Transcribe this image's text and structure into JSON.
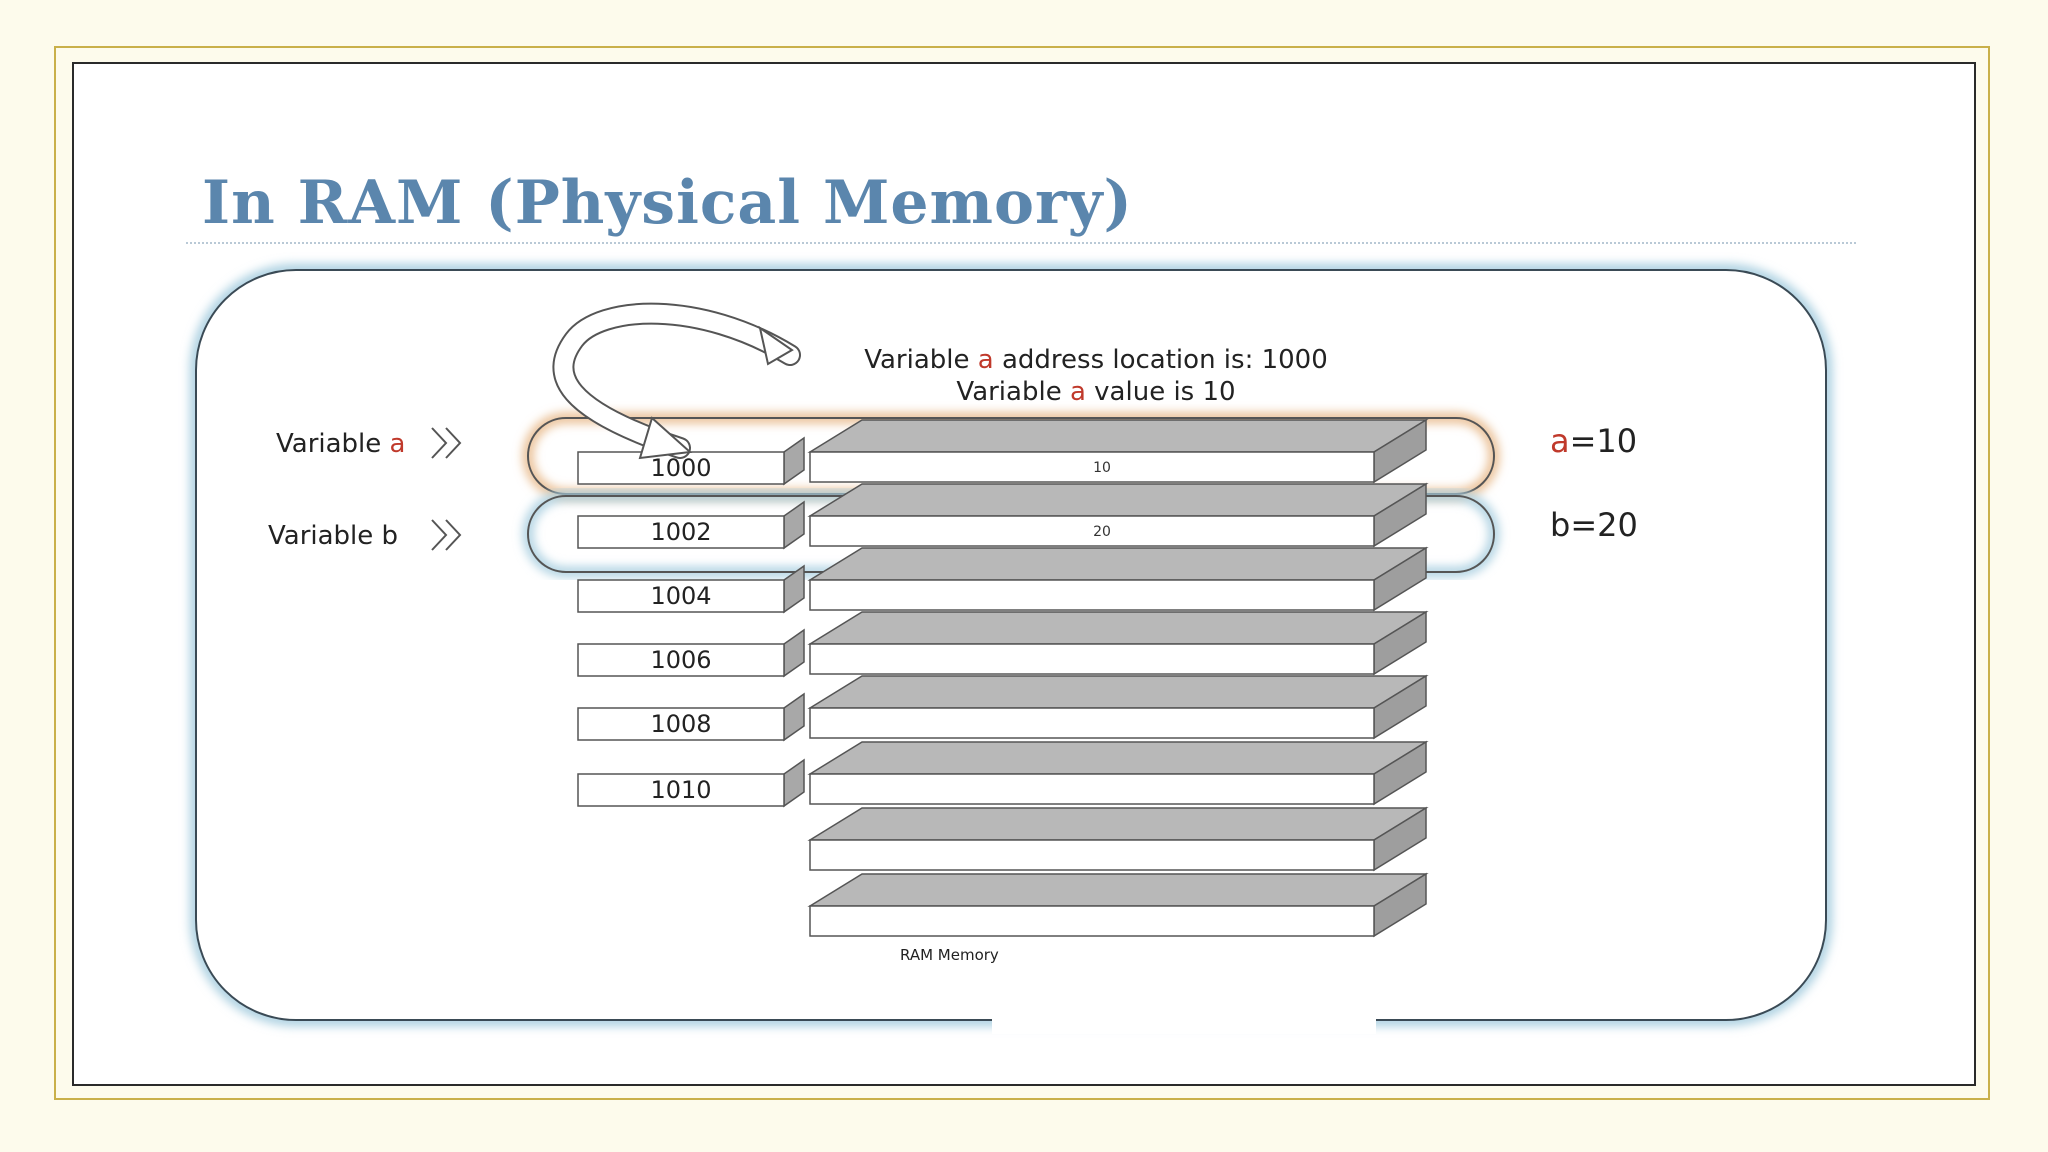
{
  "title": "In RAM (Physical Memory)",
  "diagram": {
    "annotation_prefix": "Variable ",
    "annotation_var": "a",
    "annotation_address_suffix": " address location is: 1000",
    "annotation_value_suffix": " value is 10",
    "variable_prefix": "Variable ",
    "variable_a": "a",
    "variable_b": "b",
    "a_equals_var": "a",
    "a_equals_rest": "=10",
    "b_equals": "b=20",
    "addresses": [
      "1000",
      "1002",
      "1004",
      "1006",
      "1008",
      "1010"
    ],
    "cell_values": [
      "10",
      "20"
    ],
    "caption": "RAM Memory"
  },
  "colors": {
    "title": "#5b86ad",
    "highlight": "#c0392b",
    "cell_top": "#b8b8b8",
    "cell_side": "#9e9e9e",
    "region_a_glow": "#e8b98a",
    "region_b_glow": "#a9cfe0"
  }
}
